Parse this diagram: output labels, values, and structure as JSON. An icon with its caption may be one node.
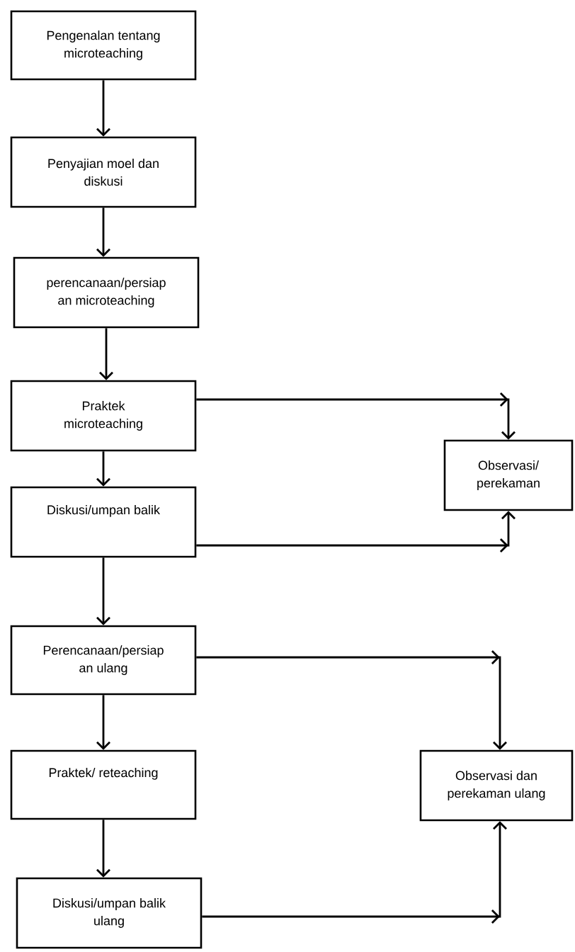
{
  "diagram": {
    "nodes": [
      {
        "text": [
          "Pengenalan tentang microteaching"
        ]
      },
      {
        "text": [
          "Penyajian moel dan diskusi"
        ]
      },
      {
        "text": [
          "perencanaan/persiap an microteaching"
        ]
      },
      {
        "text": [
          "Praktek microteaching"
        ]
      },
      {
        "text": [
          "Diskusi/umpan balik"
        ]
      },
      {
        "text": [
          "Perencanaan/persiap an ulang"
        ]
      },
      {
        "text": [
          "Praktek/ reteaching"
        ]
      },
      {
        "text": [
          "Diskusi/umpan balik ulang"
        ]
      },
      {
        "text": [
          "Observasi/ perekaman"
        ]
      },
      {
        "text": [
          "Observasi dan perekaman ulang"
        ]
      }
    ],
    "edges": [
      {
        "from": 0,
        "to": 1,
        "arrow": "to"
      },
      {
        "from": 1,
        "to": 2,
        "arrow": "to"
      },
      {
        "from": 2,
        "to": 3,
        "arrow": "to"
      },
      {
        "from": 3,
        "to": 4,
        "arrow": "to"
      },
      {
        "from": 4,
        "to": 5,
        "arrow": "to"
      },
      {
        "from": 5,
        "to": 6,
        "arrow": "to"
      },
      {
        "from": 6,
        "to": 7,
        "arrow": "to"
      },
      {
        "from": 3,
        "to": 8,
        "arrow": "to"
      },
      {
        "from": 4,
        "to": 8,
        "arrow": "to"
      },
      {
        "from": 5,
        "to": 9,
        "arrow": "to"
      },
      {
        "from": 7,
        "to": 9,
        "arrow": "to"
      }
    ]
  }
}
